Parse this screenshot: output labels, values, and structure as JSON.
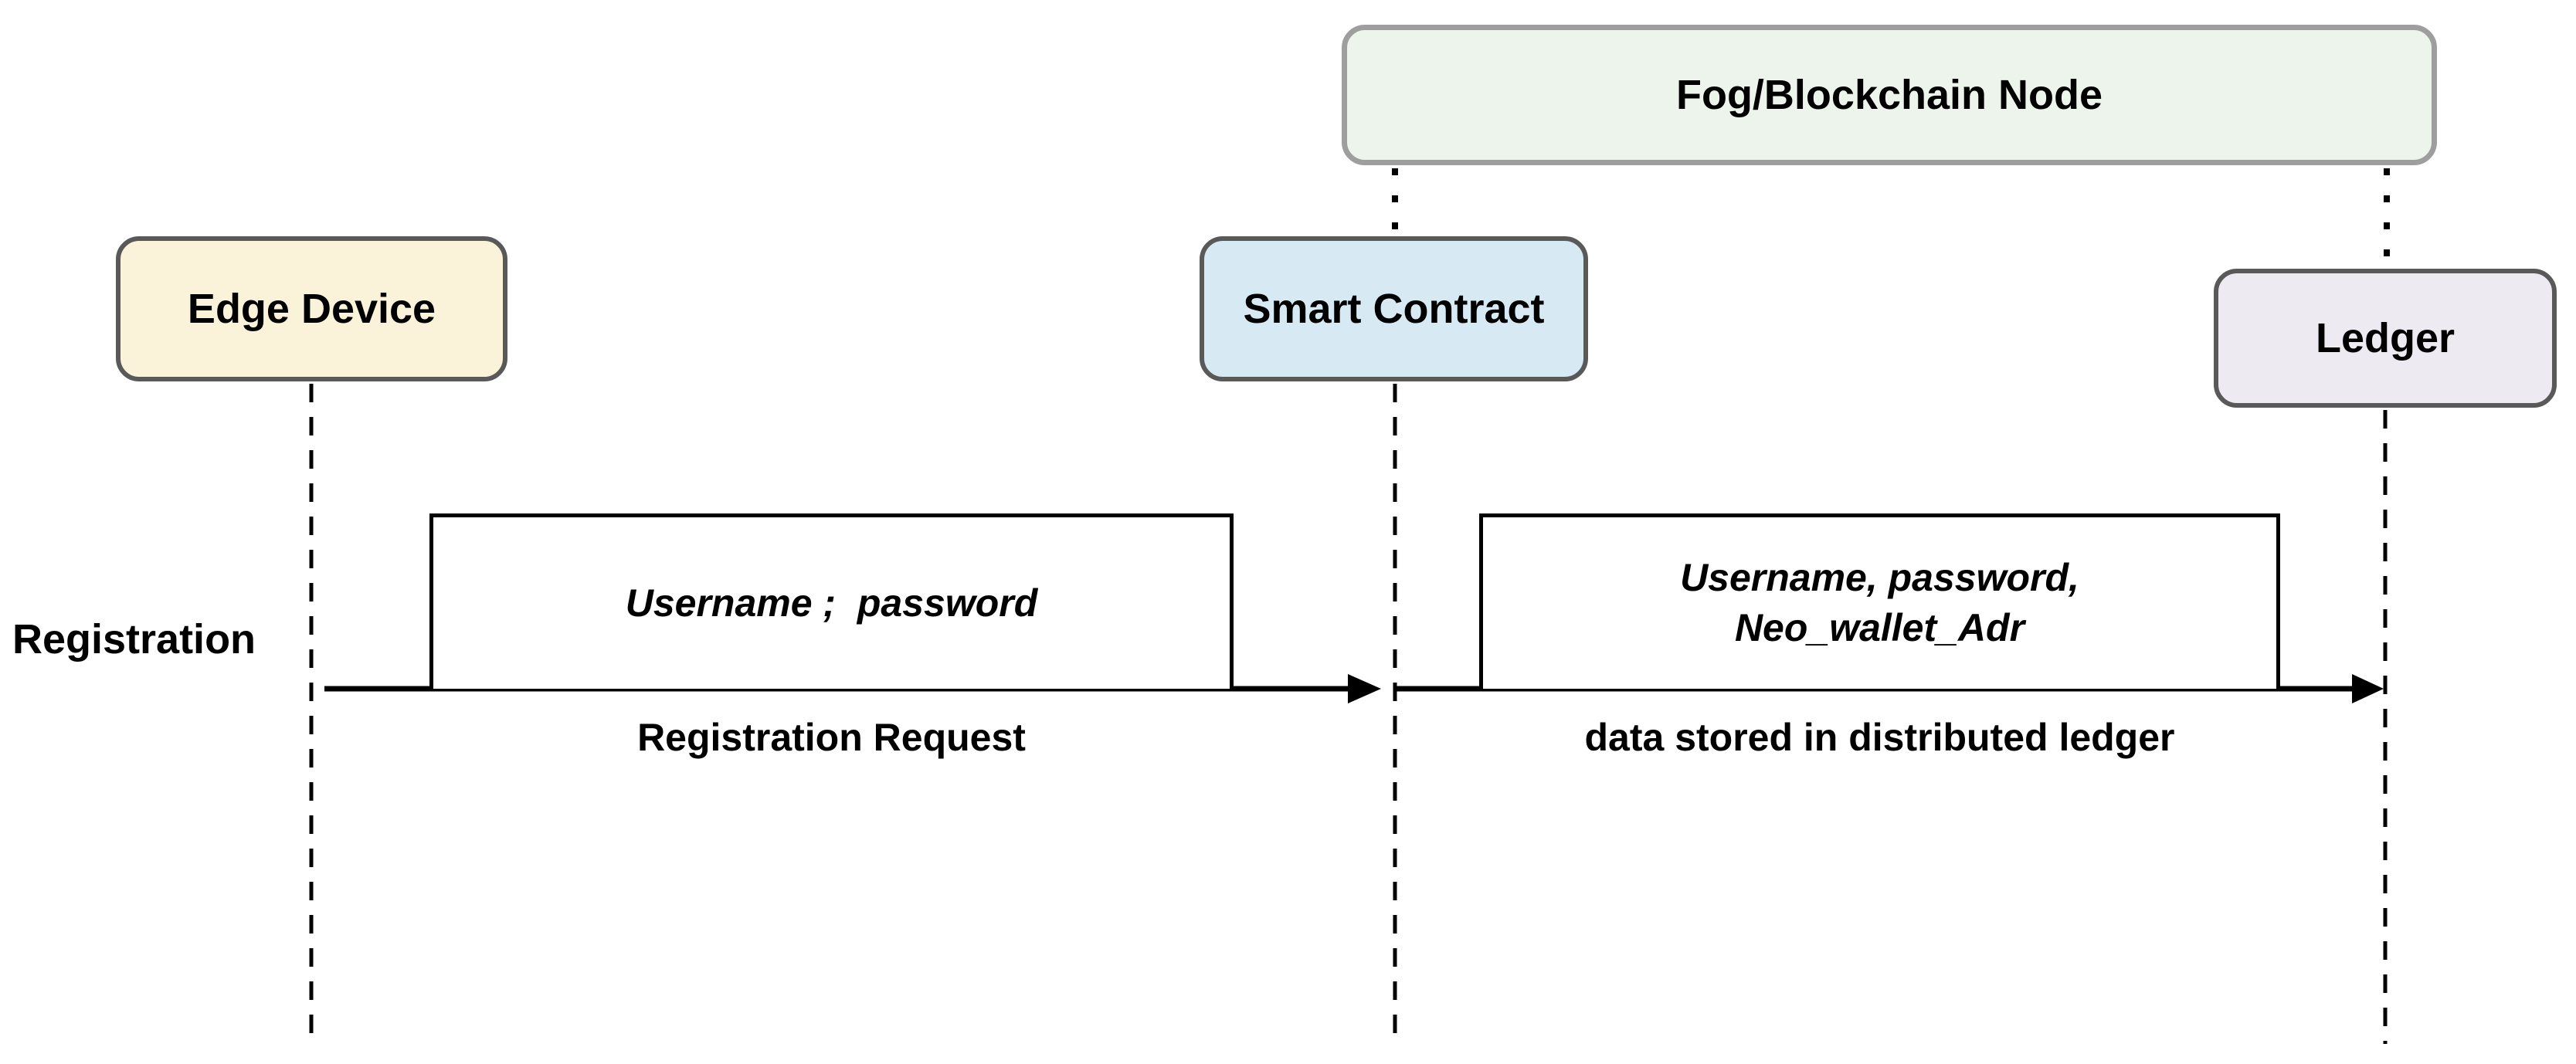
{
  "actors": {
    "fog": {
      "label": "Fog/Blockchain Node",
      "fill": "#edf4ec",
      "border": "#9e9e9e"
    },
    "edge": {
      "label": "Edge Device",
      "fill": "#faf3d9",
      "border": "#595959"
    },
    "smart": {
      "label": "Smart Contract",
      "fill": "#d7eaf4",
      "border": "#595959"
    },
    "ledger": {
      "label": "Ledger",
      "fill": "#eeeaf2",
      "border": "#595959"
    }
  },
  "phase": {
    "label": "Registration"
  },
  "messages": [
    {
      "from": "Edge Device",
      "to": "Smart Contract",
      "payload_lines": [
        "Username ;  password"
      ],
      "caption": "Registration Request"
    },
    {
      "from": "Smart Contract",
      "to": "Ledger",
      "payload_lines": [
        "Username, password,",
        "Neo_wallet_Adr"
      ],
      "caption": "data stored in distributed ledger"
    }
  ],
  "colors": {
    "line": "#000000",
    "message_box_bg": "#ffffff",
    "page_bg": "#ffffff"
  }
}
